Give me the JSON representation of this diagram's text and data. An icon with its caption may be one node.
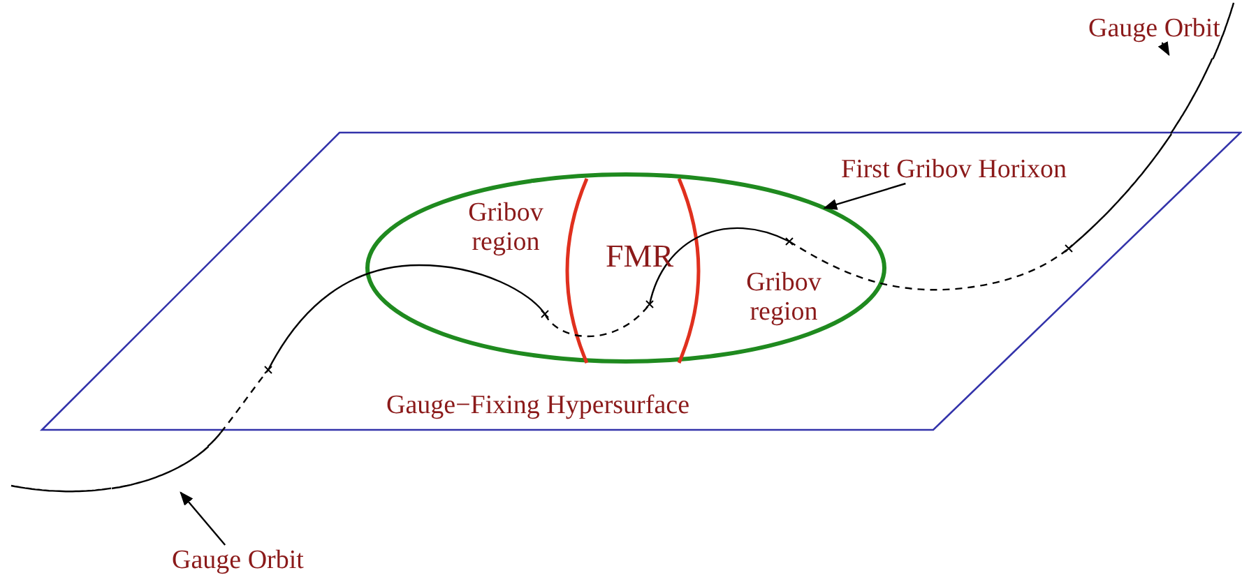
{
  "diagram": {
    "nodes": [
      {
        "text": [
          "Gauge−Fixing Hypersurface"
        ]
      },
      {
        "text": [
          "Gribov region",
          "Gribov region"
        ],
        "in": 0
      },
      {
        "text": [
          "FMR"
        ],
        "in": 1
      },
      {
        "text": [
          "Gauge Orbit"
        ]
      },
      {
        "text": [],
        "shape": "curve"
      },
      {
        "text": [
          "First Gribov Horixon"
        ],
        "in": 0
      },
      {
        "text": [
          "Gauge Orbit"
        ]
      },
      {
        "text": [],
        "shape": "curve"
      }
    ],
    "edges": [
      {
        "from": 3,
        "to": 4,
        "arrow": "to"
      },
      {
        "from": 5,
        "to": 1,
        "arrow": "to"
      },
      {
        "from": 6,
        "to": 7,
        "arrow": "to"
      }
    ]
  }
}
